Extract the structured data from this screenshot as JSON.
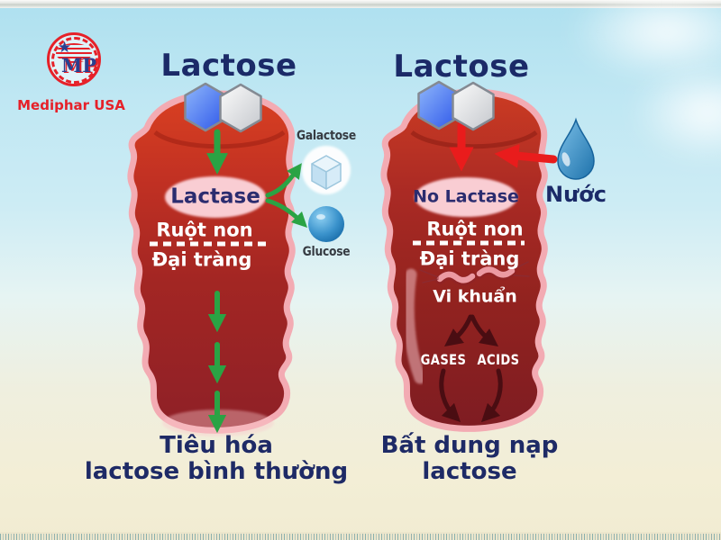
{
  "logo": {
    "brand": "Mediphar USA",
    "monogram": "MP"
  },
  "left_panel": {
    "title": "Lactose",
    "enzyme_label": "Lactase",
    "small_intestine_label": "Ruột non",
    "large_intestine_label": "Đại tràng",
    "product_top": "Galactose",
    "product_bottom": "Glucose",
    "caption_line1": "Tiêu hóa",
    "caption_line2": "lactose bình thường"
  },
  "right_panel": {
    "title": "Lactose",
    "enzyme_label": "No Lactase",
    "water_label": "Nước",
    "small_intestine_label": "Ruột non",
    "large_intestine_label": "Đại tràng",
    "bacteria_label": "Vi khuẩn",
    "gas_label": "GASES",
    "acid_label": "ACIDS",
    "caption_line1": "Bất dung nạp",
    "caption_line2": "lactose"
  },
  "icons": {
    "logo_star": "★",
    "lactose_molecule": "hexagon-pair",
    "galactose": "ice-cube",
    "glucose": "blue-sphere",
    "water": "droplet",
    "bacteria": "rod-squiggles"
  },
  "colors": {
    "green_arrow": "#2aa344",
    "red_arrow": "#e91c1c",
    "dark_arrow": "#4a0d12",
    "navy_text": "#1e2a66",
    "intestine_border": "#f3abb3",
    "intestine_fill_top": "#d63c20",
    "intestine_fill_bottom": "#8e2027",
    "enzyme_oval": "#f9cdd3",
    "brand_red": "#e62129",
    "background_top": "#b7e3f0",
    "background_bottom": "#f3eed6"
  }
}
